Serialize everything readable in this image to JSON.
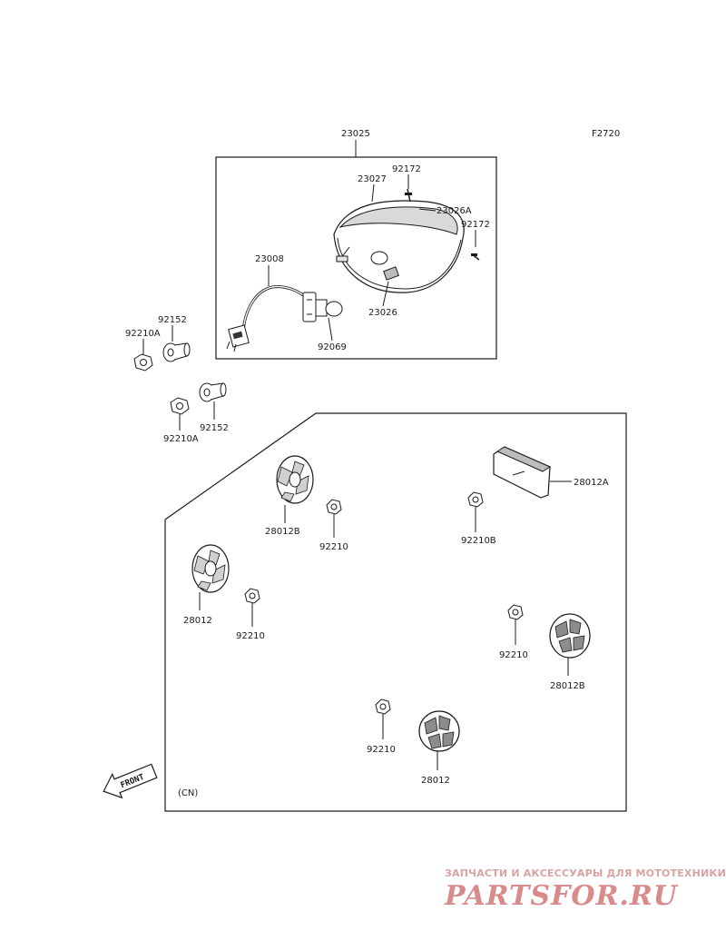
{
  "diagram": {
    "figure_code": "F2720",
    "region_note": "(CN)",
    "front_arrow_label": "FRONT",
    "parts": {
      "headlight_assembly": "23025",
      "housing": "23027",
      "screw_top": "92172",
      "rim": "23026A",
      "screw_right": "92172",
      "wire_harness": "23008",
      "socket": "23026",
      "bulb": "92069",
      "collar_upper": "92152",
      "nut_upper": "92210A",
      "nut_lower": "92210A",
      "collar_lower": "92152",
      "reflector_rear": "28012A",
      "nut_rear": "92210B",
      "reflector_front_upper": "28012B",
      "nut_mid_upper": "92210",
      "reflector_left": "28012",
      "nut_mid_left": "92210",
      "nut_right": "92210",
      "reflector_right": "28012B",
      "nut_bottom": "92210",
      "reflector_bottom": "28012"
    }
  },
  "watermark": {
    "tagline": "ЗАПЧАСТИ И АКСЕССУАРЫ ДЛЯ МОТОТЕХНИКИ",
    "brand": "PARTSFOR.RU"
  }
}
